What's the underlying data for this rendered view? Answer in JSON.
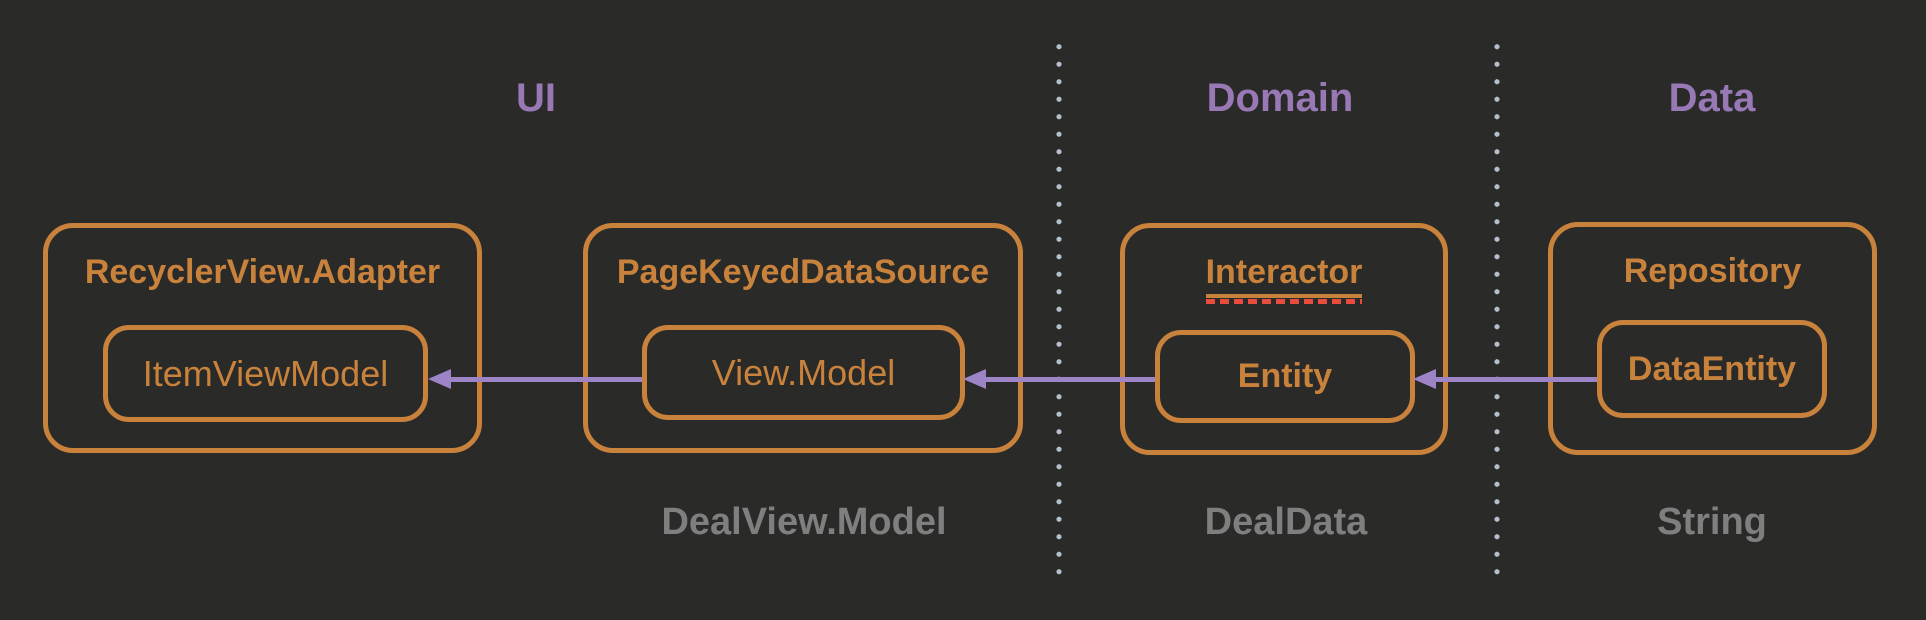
{
  "diagram": {
    "sections": [
      {
        "label": "UI"
      },
      {
        "label": "Domain"
      },
      {
        "label": "Data"
      }
    ],
    "boxes": [
      {
        "title": "RecyclerView.Adapter",
        "inner": "ItemViewModel"
      },
      {
        "title": "PageKeyedDataSource",
        "inner": "View.Model"
      },
      {
        "title": "Interactor",
        "inner": "Entity",
        "spellcheck_underline": true
      },
      {
        "title": "Repository",
        "inner": "DataEntity"
      }
    ],
    "footnotes": [
      {
        "label": "DealView.Model"
      },
      {
        "label": "DealData"
      },
      {
        "label": "String"
      }
    ],
    "arrows": [
      {
        "from": "View.Model",
        "to": "ItemViewModel",
        "direction": "left"
      },
      {
        "from": "Entity",
        "to": "View.Model",
        "direction": "left"
      },
      {
        "from": "DataEntity",
        "to": "Entity",
        "direction": "left"
      }
    ],
    "colors": {
      "background": "#2a2a28",
      "box_stroke": "#c8823c",
      "section_label": "#9879b6",
      "arrow": "#9c84c6",
      "footnote": "#7f7f7f",
      "divider_dot": "#b4bfca",
      "spellcheck_underline": "#e84c3d"
    }
  }
}
